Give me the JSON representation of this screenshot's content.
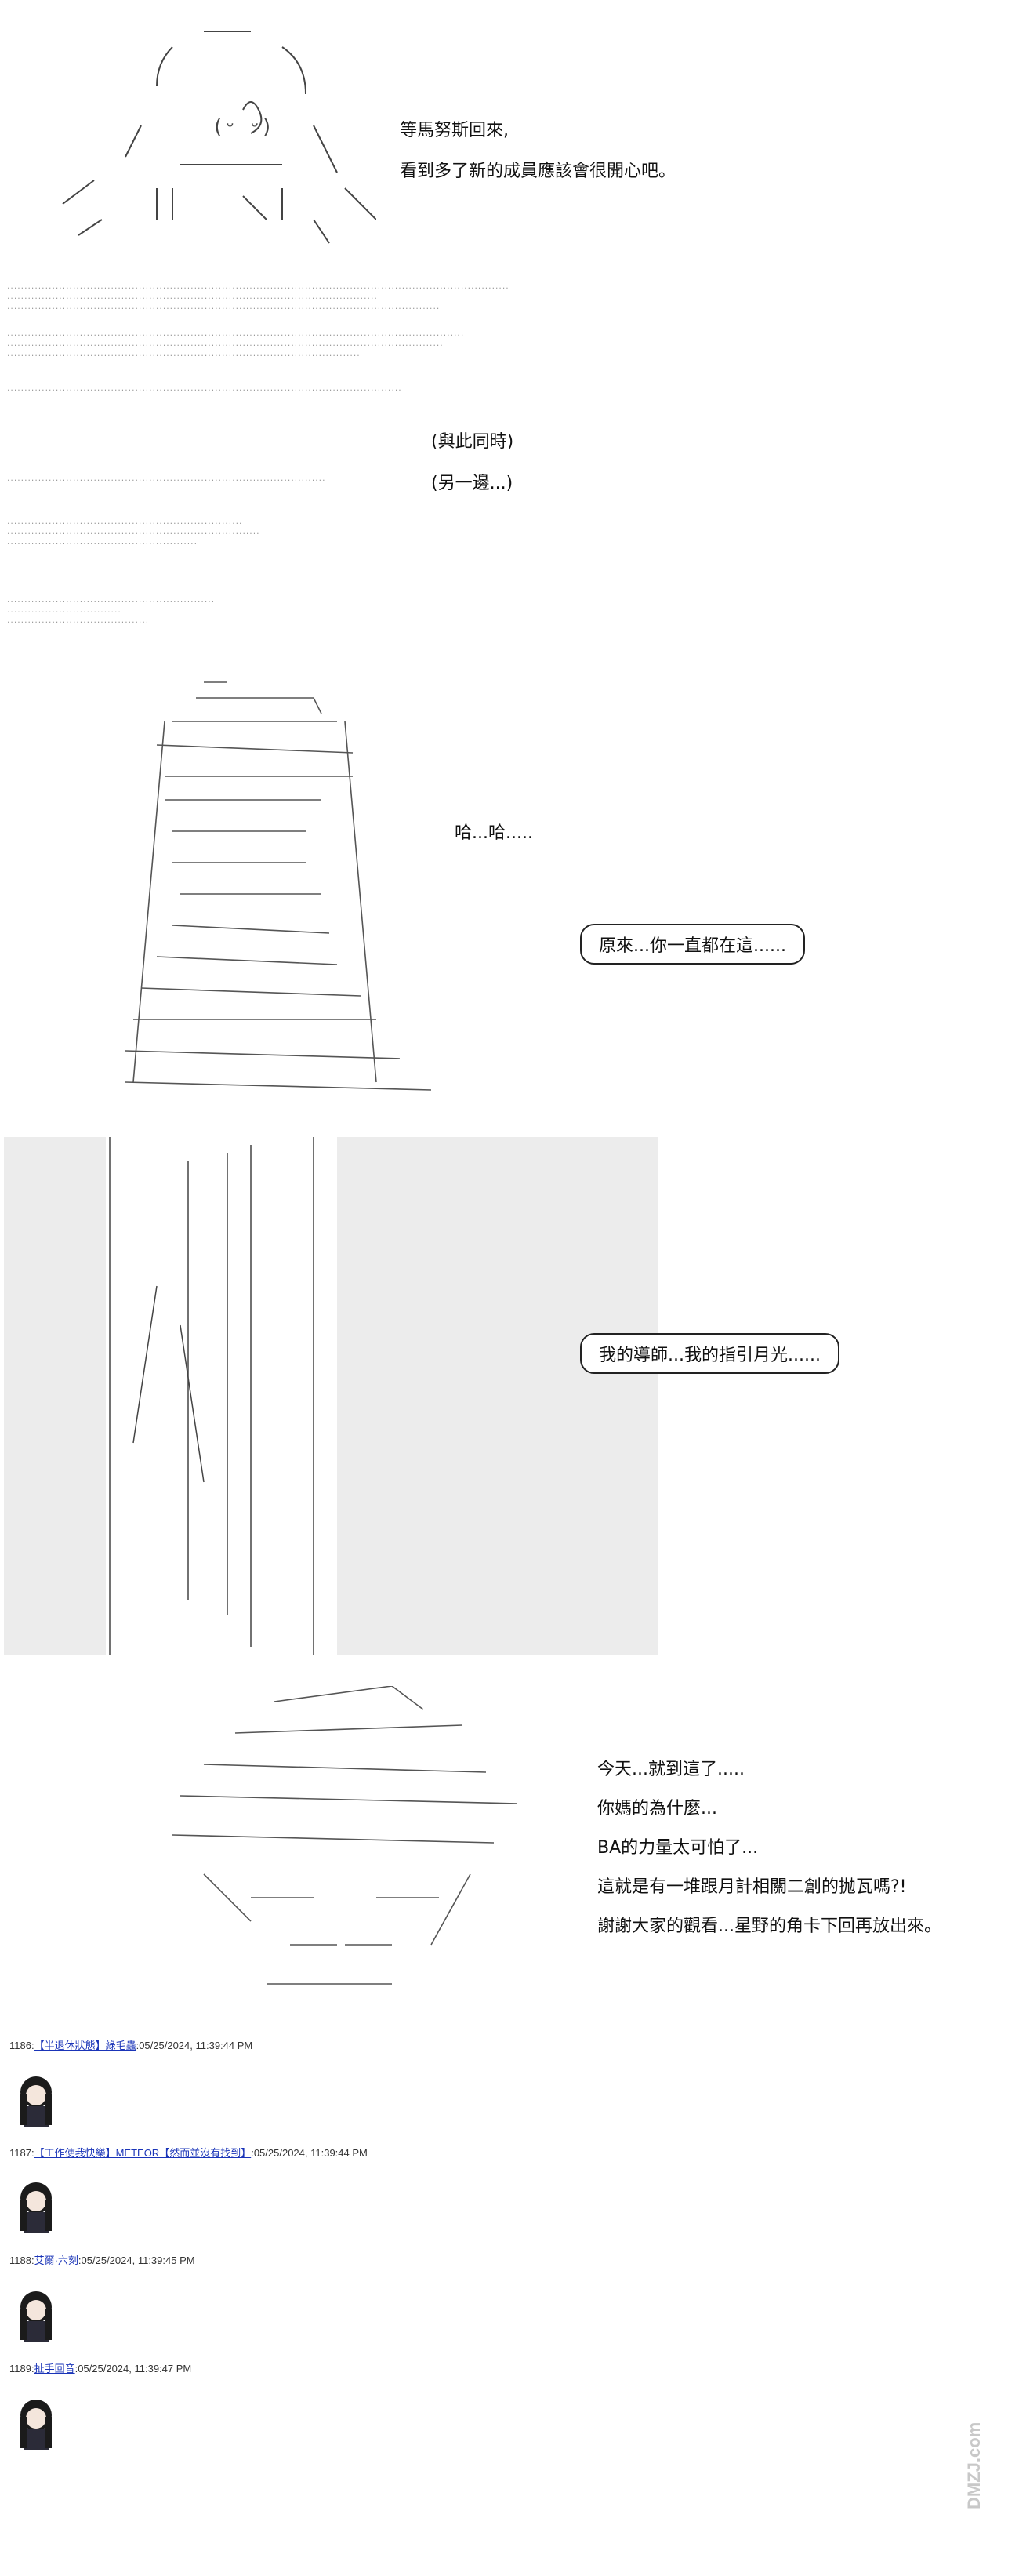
{
  "captions": {
    "c1": "等馬努斯回來,",
    "c2": "看到多了新的成員應該會很開心吧。",
    "c3": "(與此同時)",
    "c4": "(另一邊...)",
    "c5": "哈...哈.....",
    "c6": "原來...你一直都在這......",
    "c7": "我的導師...我的指引月光......",
    "c8": "今天...就到這了.....",
    "c9": "你媽的為什麼...",
    "c10": "BA的力量太可怕了...",
    "c11": "這就是有一堆跟月計相關二創的抛瓦嗎?!",
    "c12": "謝謝大家的觀看...星野的角卡下回再放出來。"
  },
  "posts": [
    {
      "num": "1186:",
      "name": "【半退休狀態】綠毛蟲",
      "date": ":05/25/2024, 11:39:44 PM"
    },
    {
      "num": "1187:",
      "name": "【工作使我快樂】METEOR【然而並沒有找到】",
      "date": ":05/25/2024, 11:39:44 PM"
    },
    {
      "num": "1188:",
      "name": "艾爾·六刻",
      "date": ":05/25/2024, 11:39:45 PM"
    },
    {
      "num": "1189:",
      "name": "扯手回音",
      "date": ":05/25/2024, 11:39:47 PM"
    }
  ],
  "watermark": "DMZJ.com"
}
